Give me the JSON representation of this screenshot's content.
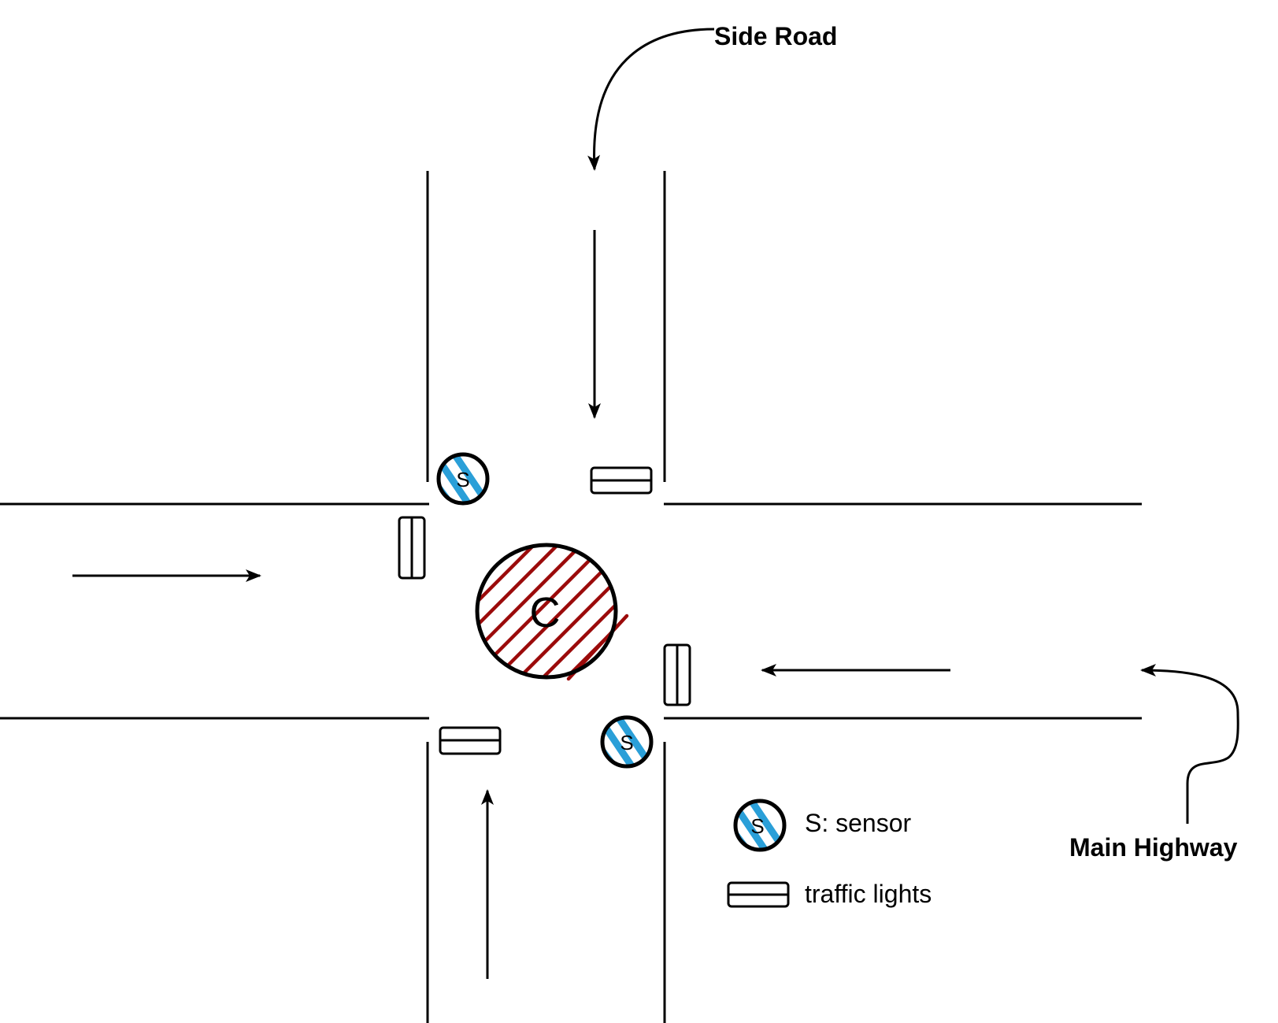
{
  "labels": {
    "side_road": "Side Road",
    "main_highway": "Main Highway"
  },
  "legend": {
    "sensor_label": "S: sensor",
    "traffic_lights_label": "traffic lights"
  },
  "sensor": {
    "letter": "S"
  },
  "controller": {
    "letter": "C"
  },
  "colors": {
    "sensor_stripe": "#2a9fd8",
    "controller_hatch": "#9b0a0a",
    "line": "#000000"
  }
}
